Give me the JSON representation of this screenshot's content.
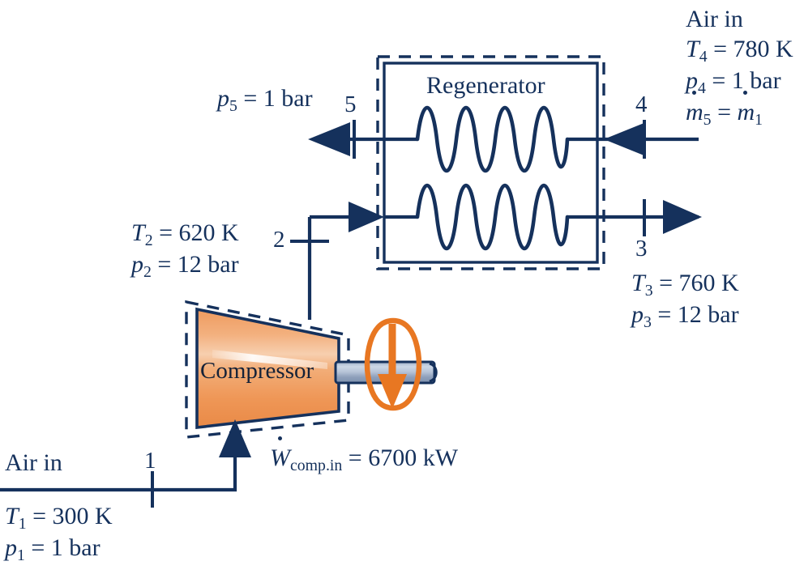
{
  "diagram": {
    "title": "Brayton cycle compressor with regenerator schematic",
    "colors": {
      "line": "#15315c",
      "navy_dark": "#152238",
      "orange": "#e87722",
      "orange_fill_light": "#f7c9a2",
      "orange_fill_dark": "#e07a33",
      "shaft_light": "#c8d3e4",
      "shaft_mid": "#8fa2bd",
      "background": "#ffffff"
    }
  },
  "components": {
    "regenerator_label": "Regenerator",
    "compressor_label": "Compressor"
  },
  "annotations": {
    "air_in_top": {
      "line1": "Air in",
      "line2_sym": "T",
      "line2_sub": "4",
      "line2_val": "= 780 K",
      "line3_sym": "p",
      "line3_sub": "4",
      "line3_val": "= 1 bar",
      "line4_sym": "m",
      "line4_sub": "5",
      "line4_eq": "=",
      "line4_sym2": "m",
      "line4_sub2": "1"
    },
    "air_in_bottom": {
      "line1": "Air in",
      "line2_sym": "T",
      "line2_sub": "1",
      "line2_val": "= 300 K",
      "line3_sym": "p",
      "line3_sub": "1",
      "line3_val": "= 1 bar"
    },
    "state5": {
      "sym": "p",
      "sub": "5",
      "val": "= 1 bar"
    },
    "state2": {
      "line1_sym": "T",
      "line1_sub": "2",
      "line1_val": "= 620 K",
      "line2_sym": "p",
      "line2_sub": "2",
      "line2_val": "= 12 bar"
    },
    "state3": {
      "line1_sym": "T",
      "line1_sub": "3",
      "line1_val": "= 760 K",
      "line2_sym": "p",
      "line2_sub": "3",
      "line2_val": "= 12 bar"
    },
    "work_input": {
      "sym": "W",
      "sub": "comp.in",
      "val": "= 6700 kW"
    }
  },
  "station_labels": {
    "s1": "1",
    "s2": "2",
    "s3": "3",
    "s4": "4",
    "s5": "5"
  }
}
